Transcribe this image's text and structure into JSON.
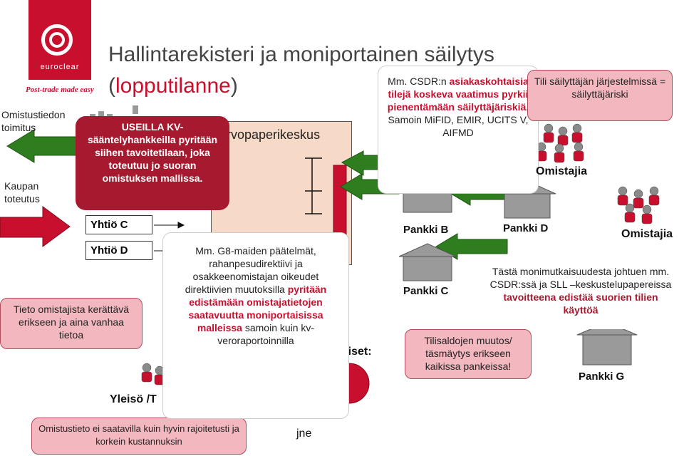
{
  "title": {
    "line1": "Hallintarekisteri ja moniportainen säilytys",
    "line2_open": "(",
    "line2_accent": "lopputilanne",
    "line2_close": ")"
  },
  "logo": {
    "brand": "euroclear",
    "tagline": "Post-trade made easy"
  },
  "left_labels": {
    "ownership_info": "Omistustiedon toimitus",
    "trade_execution": "Kaupan toteutus"
  },
  "boxes": {
    "kv_regulation": "USEILLA KV-sääntelyhankkeilla pyritään siihen tavoitetilaan, joka toteutuu jo suoran omistuksen mallissa.",
    "owner_info_collected": "Tieto omistajista kerättävä erikseen ja aina vanhaa tietoa",
    "ownership_not_available": "Omistustieto ei saatavilla kuin hyvin rajoitetusti ja korkein kustannuksin",
    "csdr_note_prefix": "Mm. CSDR:n",
    "csdr_note_bold": "asiakaskohtaisia tilejä koskeva vaatimus pyrkii pienentämään säilyttäjäriskiä.",
    "csdr_note_suffix": "Samoin MiFID, EMIR, UCITS V, AIFMD",
    "custodian_risk": "Tili säilyttäjän järjestelmissä = säilyttäjäriski",
    "account_reconciliation": "Tilisaldojen muutos/ täsmäytys erikseen kaikissa pankeissa!",
    "g8_note_p1": "Mm. G8-maiden päätelmät, rahanpesudirektiivi ja osakkeenomistajan oikeudet direktiivien muutoksilla",
    "g8_note_bold": "pyritään edistämään omistajatietojen saatavuutta moniportaisissa malleissa",
    "g8_note_p2": "samoin kuin kv-veroraportoinnilla",
    "complexity_p1": "Tästä monimutkaisuudesta johtuen mm. CSDR:ssä ja SLL –keskustelupapereissa",
    "complexity_bold": "tavoitteena edistää suorien tilien käyttöä"
  },
  "companies": {
    "c": "Yhtiö C",
    "d": "Yhtiö D"
  },
  "csd_label": "Arvopaperikeskus",
  "banks": {
    "b": "Pankki B",
    "c": "Pankki C",
    "d": "Pankki D",
    "g": "Pankki G"
  },
  "owners": {
    "top": "Omistajia",
    "right": "Omistajia"
  },
  "partial_text": {
    "public": "Yleisö /T",
    "shareholders": "naiset:",
    "etc": "jne"
  },
  "colors": {
    "brand_red": "#c8102e",
    "dark_red": "#a7192e",
    "pink": "#f3b8bf",
    "green": "#2e7d1e",
    "csd_panel": "#f6d9c6"
  },
  "icons": [
    "euroclear-logo-icon",
    "green-arrow-left-icon",
    "red-arrow-right-icon",
    "bank-building-icon",
    "people-group-icon",
    "red-ball-icon"
  ]
}
